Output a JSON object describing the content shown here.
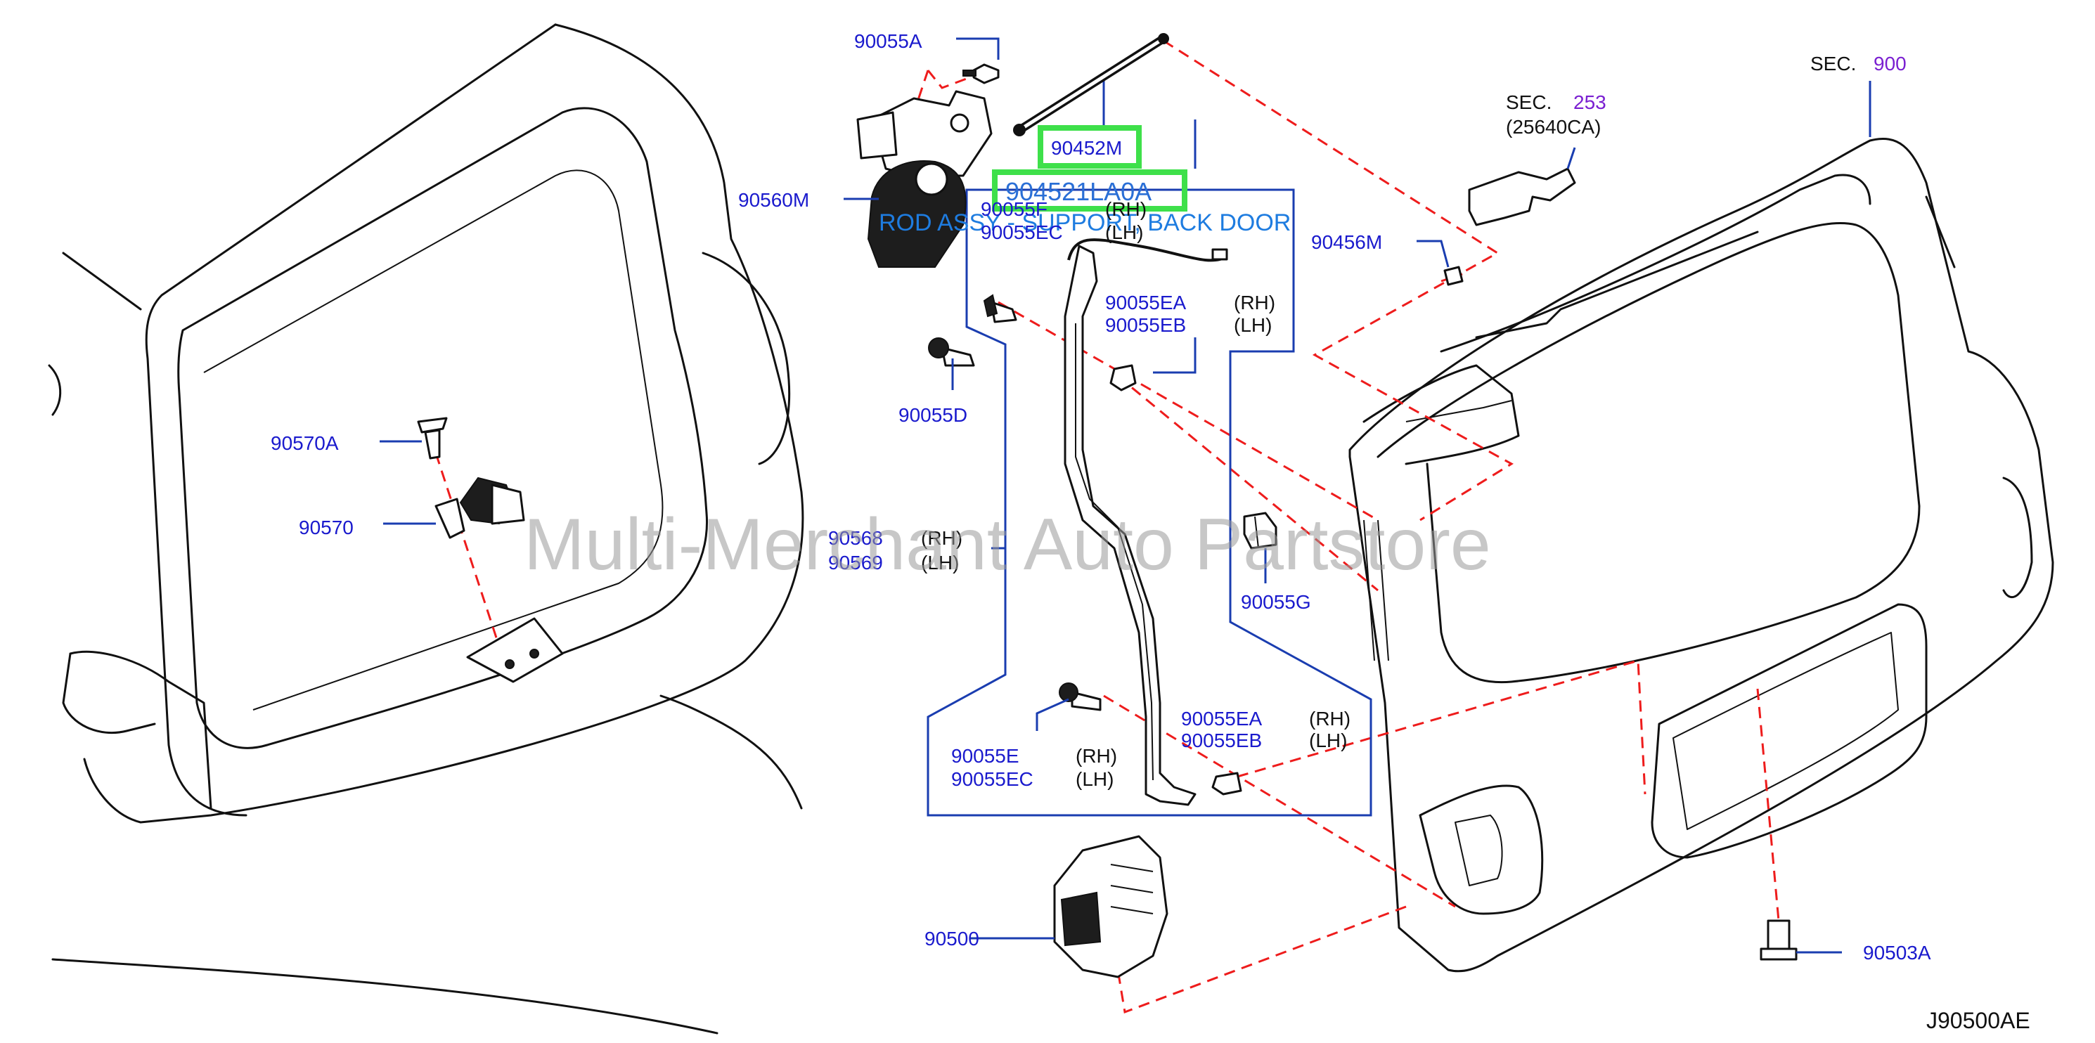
{
  "diagram_code": "J90500AE",
  "watermark": "Multi-Merchant Auto Partstore",
  "highlight": {
    "part_number": "90452M",
    "oem_number": "904521LA0A",
    "description": "ROD ASSY - SUPPORT, BACK DOOR"
  },
  "sections": {
    "sec900": {
      "prefix": "SEC.",
      "number": "900"
    },
    "sec253": {
      "prefix": "SEC.",
      "number": "253",
      "sub": "(25640CA)"
    }
  },
  "labels": {
    "p90055A": "90055A",
    "p90560M": "90560M",
    "p90055F": "90055F",
    "p90055F_side": "(RH)",
    "p90055EC_top": "90055EC",
    "p90055EC_top_side": "(LH)",
    "p90055EA_top": "90055EA",
    "p90055EA_top_side": "(RH)",
    "p90055EB_top": "90055EB",
    "p90055EB_top_side": "(LH)",
    "p90456M": "90456M",
    "p90055D": "90055D",
    "p90570A": "90570A",
    "p90570": "90570",
    "p90568": "90568",
    "p90568_side": "(RH)",
    "p90569": "90569",
    "p90569_side": "(LH)",
    "p90055G": "90055G",
    "p90055EA_bot": "90055EA",
    "p90055EA_bot_side": "(RH)",
    "p90055EB_bot": "90055EB",
    "p90055EB_bot_side": "(LH)",
    "p90055E": "90055E",
    "p90055E_side": "(RH)",
    "p90055EC_bot": "90055EC",
    "p90055EC_bot_side": "(LH)",
    "p90500": "90500",
    "p90503A": "90503A"
  },
  "colors": {
    "label": "#1a1acd",
    "leader": "#1a3db0",
    "dashed_line": "#ee1c1c",
    "highlight_box": "#3ee04a",
    "section_number": "#7a1fd1",
    "caption": "#1e7ce0"
  }
}
